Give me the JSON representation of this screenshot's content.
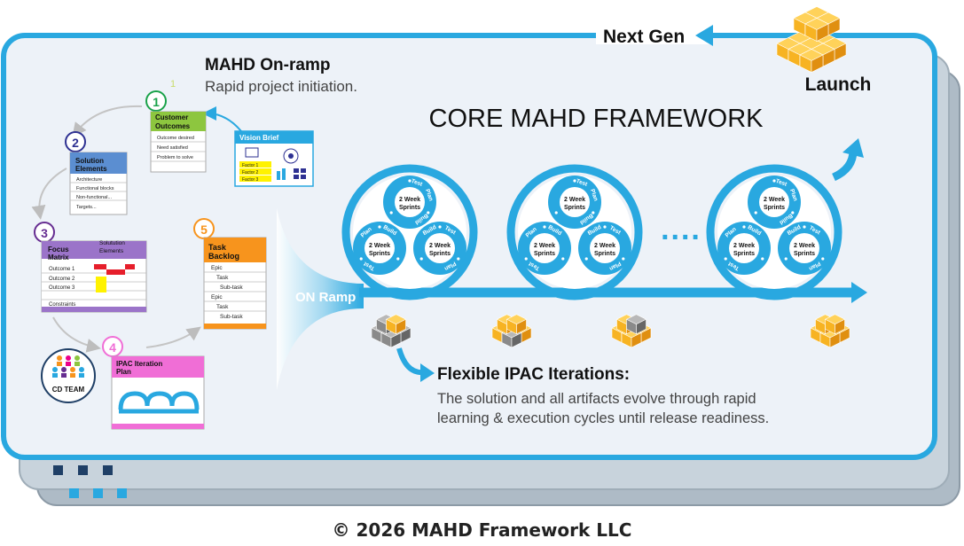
{
  "header": {
    "next_gen": "Next Gen",
    "launch": "Launch"
  },
  "onramp": {
    "title": "MAHD On-ramp",
    "subtitle": "Rapid project initiation.",
    "ghost_number": "1",
    "cd_team": "CD TEAM",
    "vision_brief": {
      "title": "Vision Brief",
      "rows": [
        "Factor 1",
        "Factor 2",
        "Factor 3"
      ]
    },
    "steps": [
      {
        "number": "1",
        "title": [
          "Customer",
          "Outcomes"
        ],
        "rows": [
          "Outcome desired",
          "Need satisfied",
          "Problem to solve"
        ],
        "color": "#1aa24a",
        "fill": "#8dc63f"
      },
      {
        "number": "2",
        "title": [
          "Solution",
          "Elements"
        ],
        "rows": [
          "Architecture",
          "Functional blocks",
          "Non-functional...",
          "Targets..."
        ],
        "color": "#2e3192",
        "fill": "#5b8ed1"
      },
      {
        "number": "3",
        "title": [
          "Focus",
          "Matrix"
        ],
        "extra": [
          "Solutution",
          "Elements"
        ],
        "rows": [
          "Outcome 1",
          "Outcome 2",
          "Outcome 3",
          "Constraints"
        ],
        "color": "#662d91",
        "fill": "#9b74c9"
      },
      {
        "number": "4",
        "title": [
          "IPAC Iteration",
          "Plan"
        ],
        "rows": [],
        "color": "#ec008c",
        "fill": "#f06ed6"
      },
      {
        "number": "5",
        "title": [
          "Task",
          "Backlog"
        ],
        "rows": [
          "Epic",
          "Task",
          "Sub-task",
          "Epic",
          "Task",
          "Sub-task"
        ],
        "color": "#f7941d",
        "fill": "#f7941d"
      }
    ]
  },
  "core": {
    "title": "CORE MAHD FRAMEWORK",
    "on_ramp_label": "ON Ramp",
    "sprint_label": [
      "2 Week",
      "Sprints"
    ],
    "phases": [
      "Plan",
      "Build",
      "Test"
    ],
    "ellipsis": "....",
    "flexible": {
      "title": "Flexible IPAC Iterations:",
      "body": [
        "The solution and all artifacts evolve through rapid",
        "learning & execution cycles until release readiness."
      ]
    }
  },
  "footer": {
    "copyright": "© 2026 MAHD Framework LLC"
  },
  "colors": {
    "blue": "#29a8e0",
    "dark_blue": "#1b75bb",
    "panel_bg": "#edf2f8",
    "back_layer": "#c5cfd8",
    "cube_orange": "#f7b322",
    "cube_gray": "#8a8a8a"
  }
}
